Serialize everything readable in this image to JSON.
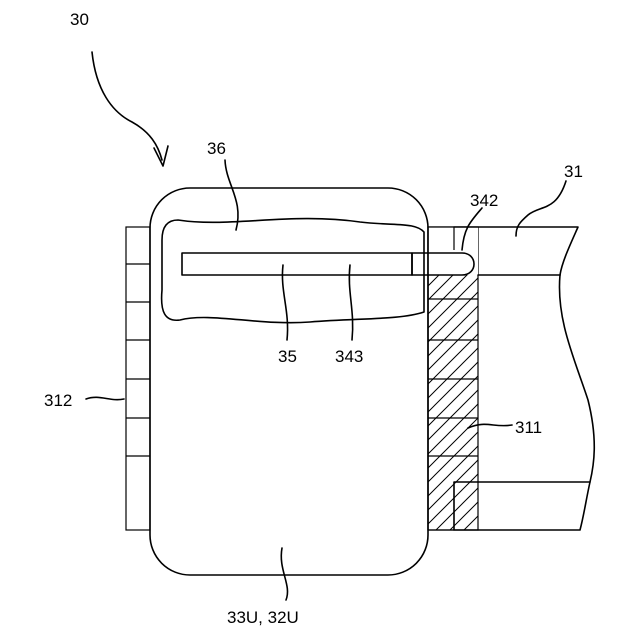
{
  "labels": {
    "ref_30": "30",
    "ref_36": "36",
    "ref_31": "31",
    "ref_342": "342",
    "ref_35": "35",
    "ref_343": "343",
    "ref_312": "312",
    "ref_311": "311",
    "ref_33U_32U": "33U, 32U"
  },
  "colors": {
    "stroke": "#000000",
    "background": "#ffffff"
  }
}
